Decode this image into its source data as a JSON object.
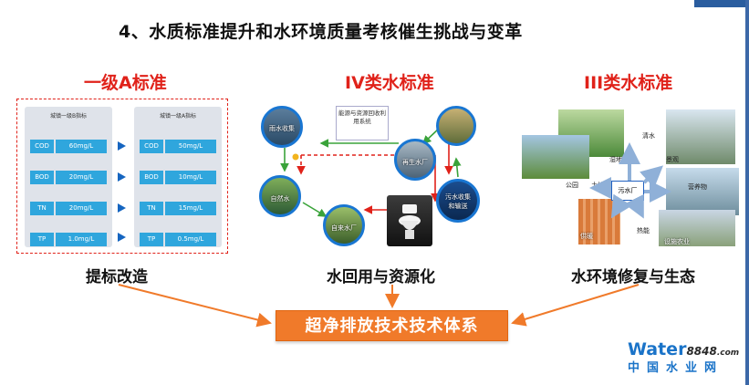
{
  "title": "4、水质标准提升和水环境质量考核催生挑战与变革",
  "columns": [
    {
      "title": "一级A标准",
      "bottom": "提标改造"
    },
    {
      "title": "IV类水标准",
      "bottom": "水回用与资源化"
    },
    {
      "title": "III类水标准",
      "bottom": "水环境修复与生态"
    }
  ],
  "standards": {
    "left_header": "城镇一级B指标",
    "right_header": "城镇一级A指标",
    "rows": [
      {
        "key": "COD",
        "b": "60mg/L",
        "a": "50mg/L"
      },
      {
        "key": "BOD",
        "b": "20mg/L",
        "a": "10mg/L"
      },
      {
        "key": "TN",
        "b": "20mg/L",
        "a": "15mg/L"
      },
      {
        "key": "TP",
        "b": "1.0mg/L",
        "a": "0.5mg/L"
      }
    ]
  },
  "cycle": {
    "rain": "雨水收集",
    "energy": "能源与资源回收利用系统",
    "recycled": "再生水厂",
    "natural": "自然水",
    "tap": "自来水厂",
    "sewage": "污水收集和输送"
  },
  "eco": {
    "clean": "清水",
    "wetland": "湿地",
    "landscape": "景观",
    "park": "公园",
    "land": "土地",
    "plant": "污水厂",
    "nutrients": "营养物",
    "heating": "供暖",
    "heat": "热能",
    "agri": "设施农业"
  },
  "bar": "超净排放技术技术体系",
  "logo": {
    "word": "Water",
    "num": "8848",
    "suffix": ".com",
    "cn": "中国水业网"
  },
  "colors": {
    "accent_red": "#e0221a",
    "orange": "#f07a2a",
    "blue": "#1976d2",
    "cell": "#2fa6dd"
  }
}
